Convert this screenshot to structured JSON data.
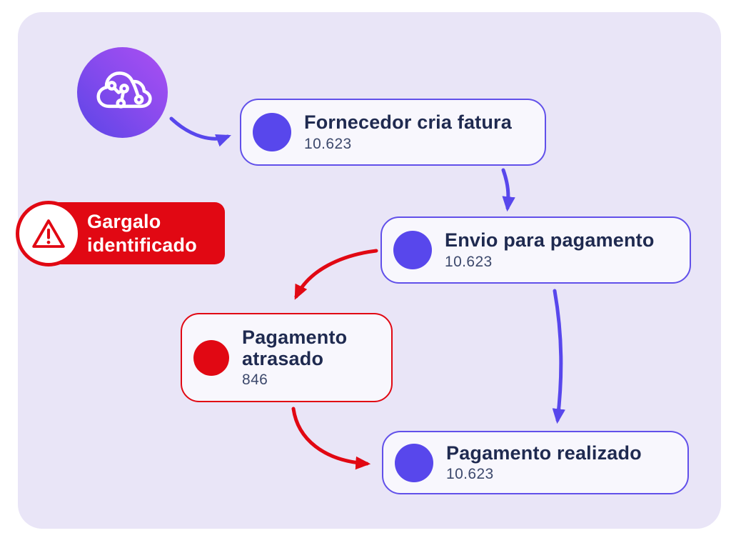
{
  "diagram": {
    "kind": "process-flow",
    "language": "pt-BR"
  },
  "alert_badge": {
    "label": "Gargalo identificado",
    "icon": "warning-triangle-icon",
    "color": "#E10813"
  },
  "ai_source": {
    "icon": "ai-cloud-circuit-icon"
  },
  "nodes": [
    {
      "label": "Fornecedor cria fatura",
      "count": "10.623",
      "status": "normal"
    },
    {
      "label": "Envio para pagamento",
      "count": "10.623",
      "status": "normal"
    },
    {
      "label": "Pagamento atrasado",
      "count": "846",
      "status": "bottleneck"
    },
    {
      "label": "Pagamento realizado",
      "count": "10.623",
      "status": "normal"
    }
  ],
  "edges": [
    {
      "from": "ai-icon",
      "to": "Fornecedor cria fatura",
      "color": "purple"
    },
    {
      "from": "Fornecedor cria fatura",
      "to": "Envio para pagamento",
      "color": "purple"
    },
    {
      "from": "Envio para pagamento",
      "to": "Pagamento atrasado",
      "color": "red"
    },
    {
      "from": "Envio para pagamento",
      "to": "Pagamento realizado",
      "color": "purple"
    },
    {
      "from": "Pagamento atrasado",
      "to": "Pagamento realizado",
      "color": "red"
    }
  ],
  "colors": {
    "purple": "#5847EC",
    "purple_border": "#6150EA",
    "red": "#E10813",
    "canvas_bg": "#E9E5F7",
    "card_bg": "#F8F7FD",
    "title_text": "#1F2A50",
    "count_text": "#3D496C"
  }
}
